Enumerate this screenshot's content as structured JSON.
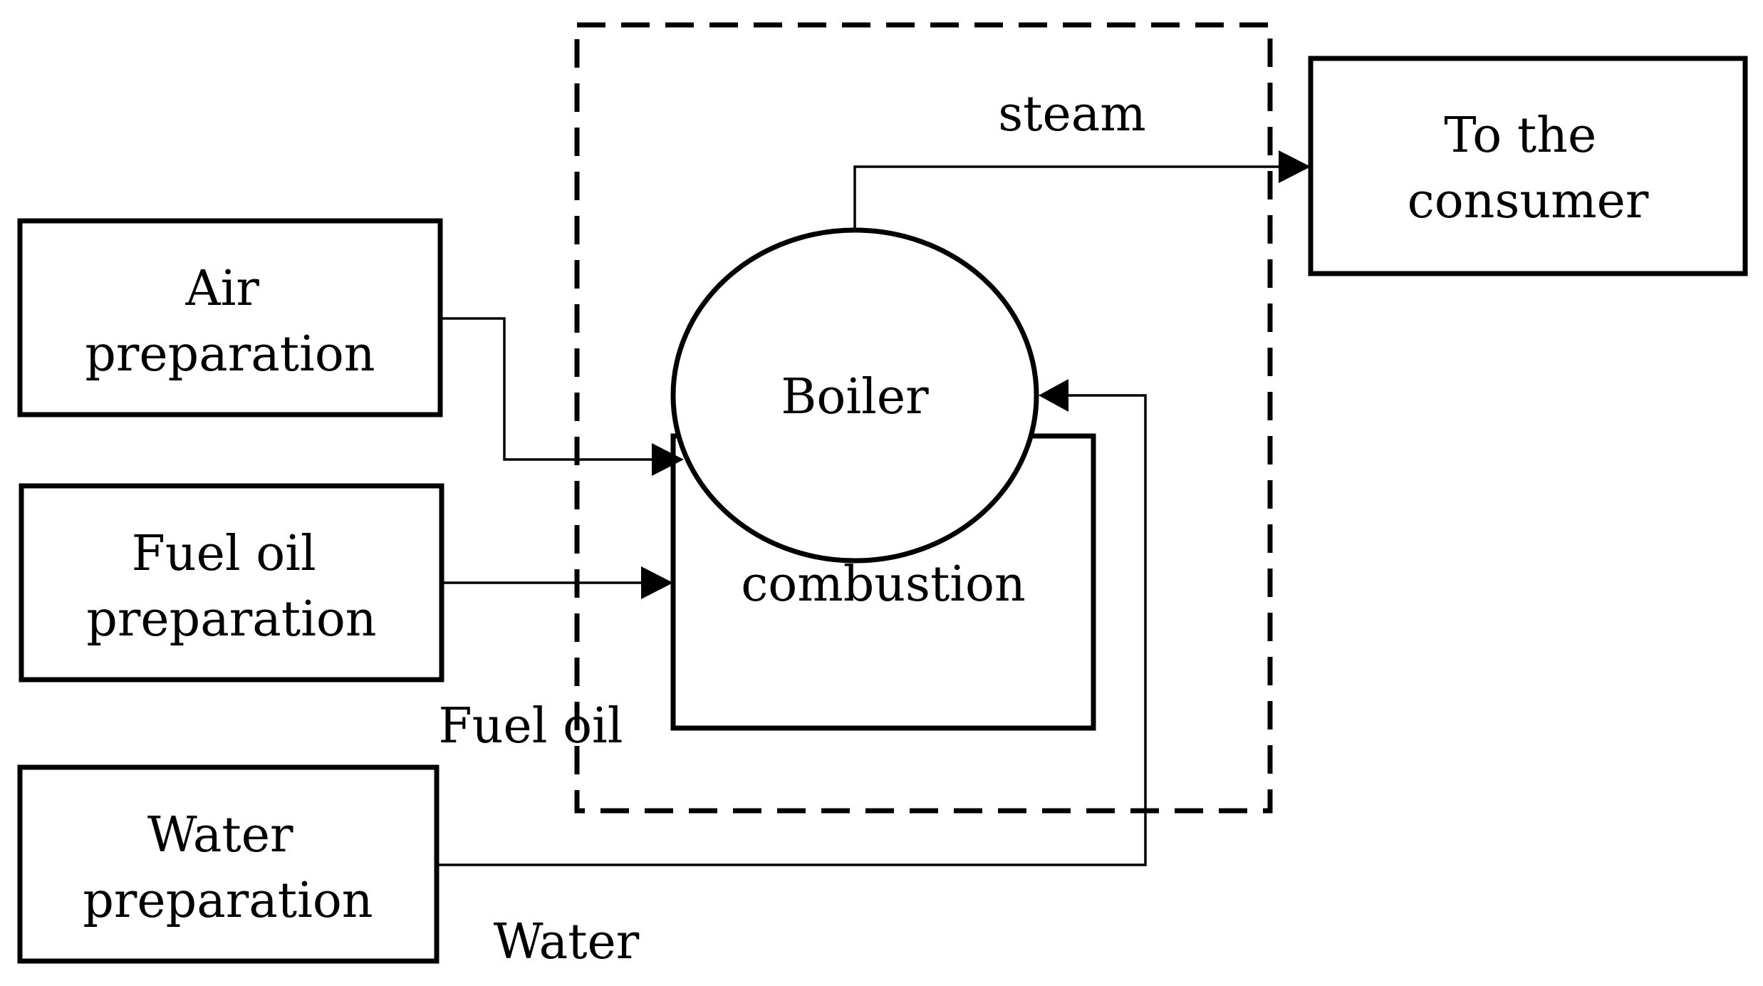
{
  "colors": {
    "stroke": "#000000",
    "background": "#ffffff"
  },
  "nodes": {
    "air_preparation": [
      "Air",
      "preparation"
    ],
    "fuel_oil_preparation": [
      "Fuel oil",
      "preparation"
    ],
    "water_preparation": [
      "Water",
      "preparation"
    ],
    "boiler": "Boiler",
    "combustion": "combustion",
    "consumer": [
      "To the",
      "consumer"
    ]
  },
  "edge_labels": {
    "steam": "steam",
    "fuel_oil": "Fuel oil",
    "water": "Water"
  },
  "edges": [
    {
      "from": "air_preparation",
      "to": "boiler"
    },
    {
      "from": "fuel_oil_preparation",
      "to": "combustion",
      "label": "edge_labels.fuel_oil"
    },
    {
      "from": "water_preparation",
      "to": "boiler",
      "label": "edge_labels.water"
    },
    {
      "from": "boiler",
      "to": "consumer",
      "label": "edge_labels.steam"
    }
  ]
}
